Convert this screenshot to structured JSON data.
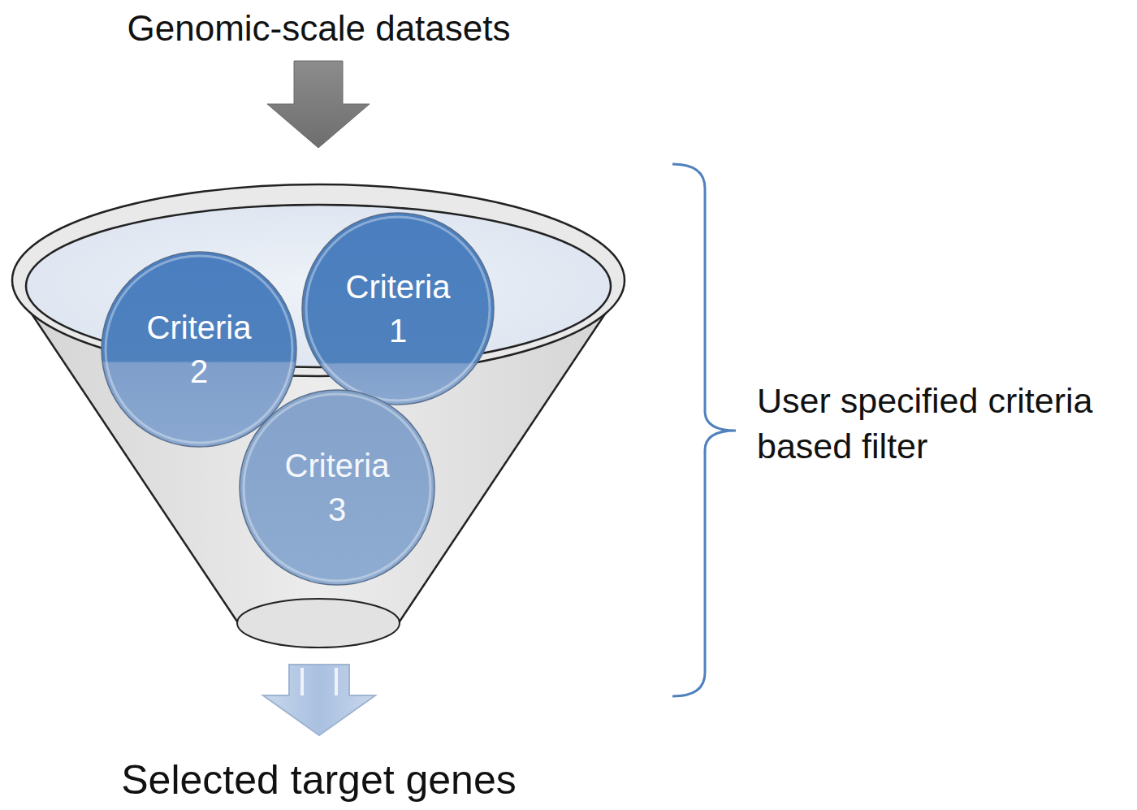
{
  "diagram": {
    "nodes": [
      {
        "text": [
          "Criteria 1"
        ]
      },
      {
        "text": [
          "Criteria 2"
        ]
      },
      {
        "text": [
          "Criteria 3"
        ]
      }
    ],
    "labels": [
      "Genomic-scale datasets",
      "User specified criteria based filter",
      "Selected target genes"
    ]
  }
}
